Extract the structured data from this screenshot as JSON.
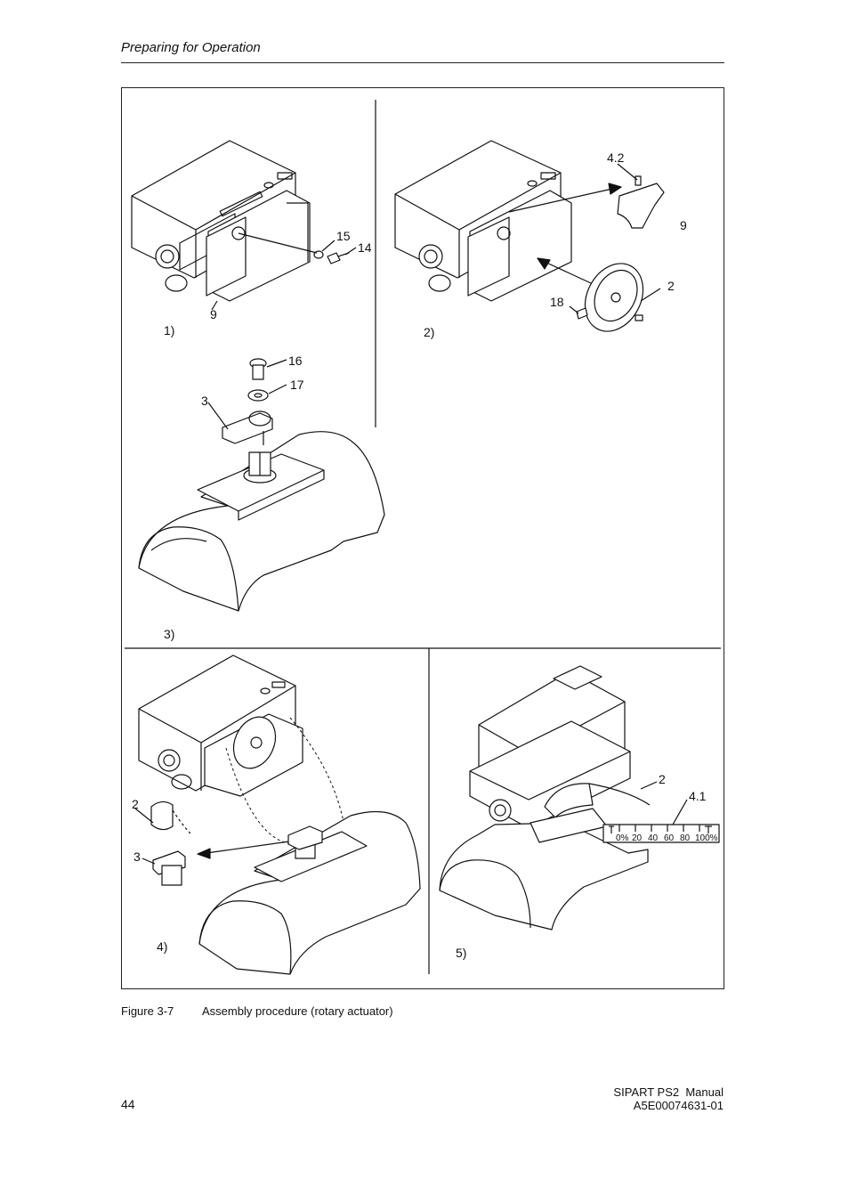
{
  "header": {
    "title": "Preparing for Operation"
  },
  "figure": {
    "steps": {
      "s1": {
        "label": "1)",
        "parts": [
          "9",
          "15",
          "14"
        ]
      },
      "s2": {
        "label": "2)",
        "parts": [
          "4.2",
          "9",
          "2",
          "18"
        ]
      },
      "s3": {
        "label": "3)",
        "parts": [
          "16",
          "17",
          "3"
        ]
      },
      "s4": {
        "label": "4)",
        "parts": [
          "2",
          "3"
        ]
      },
      "s5": {
        "label": "5)",
        "parts": [
          "2",
          "4.1"
        ]
      }
    },
    "scale": {
      "ticks": [
        "0%",
        "20",
        "40",
        "60",
        "80",
        "100%"
      ]
    },
    "caption": {
      "number": "Figure 3-7",
      "text": "Assembly procedure (rotary actuator)"
    }
  },
  "footer": {
    "page_number": "44",
    "manual_title": "SIPART PS2  Manual",
    "order_number": "A5E00074631-01"
  }
}
